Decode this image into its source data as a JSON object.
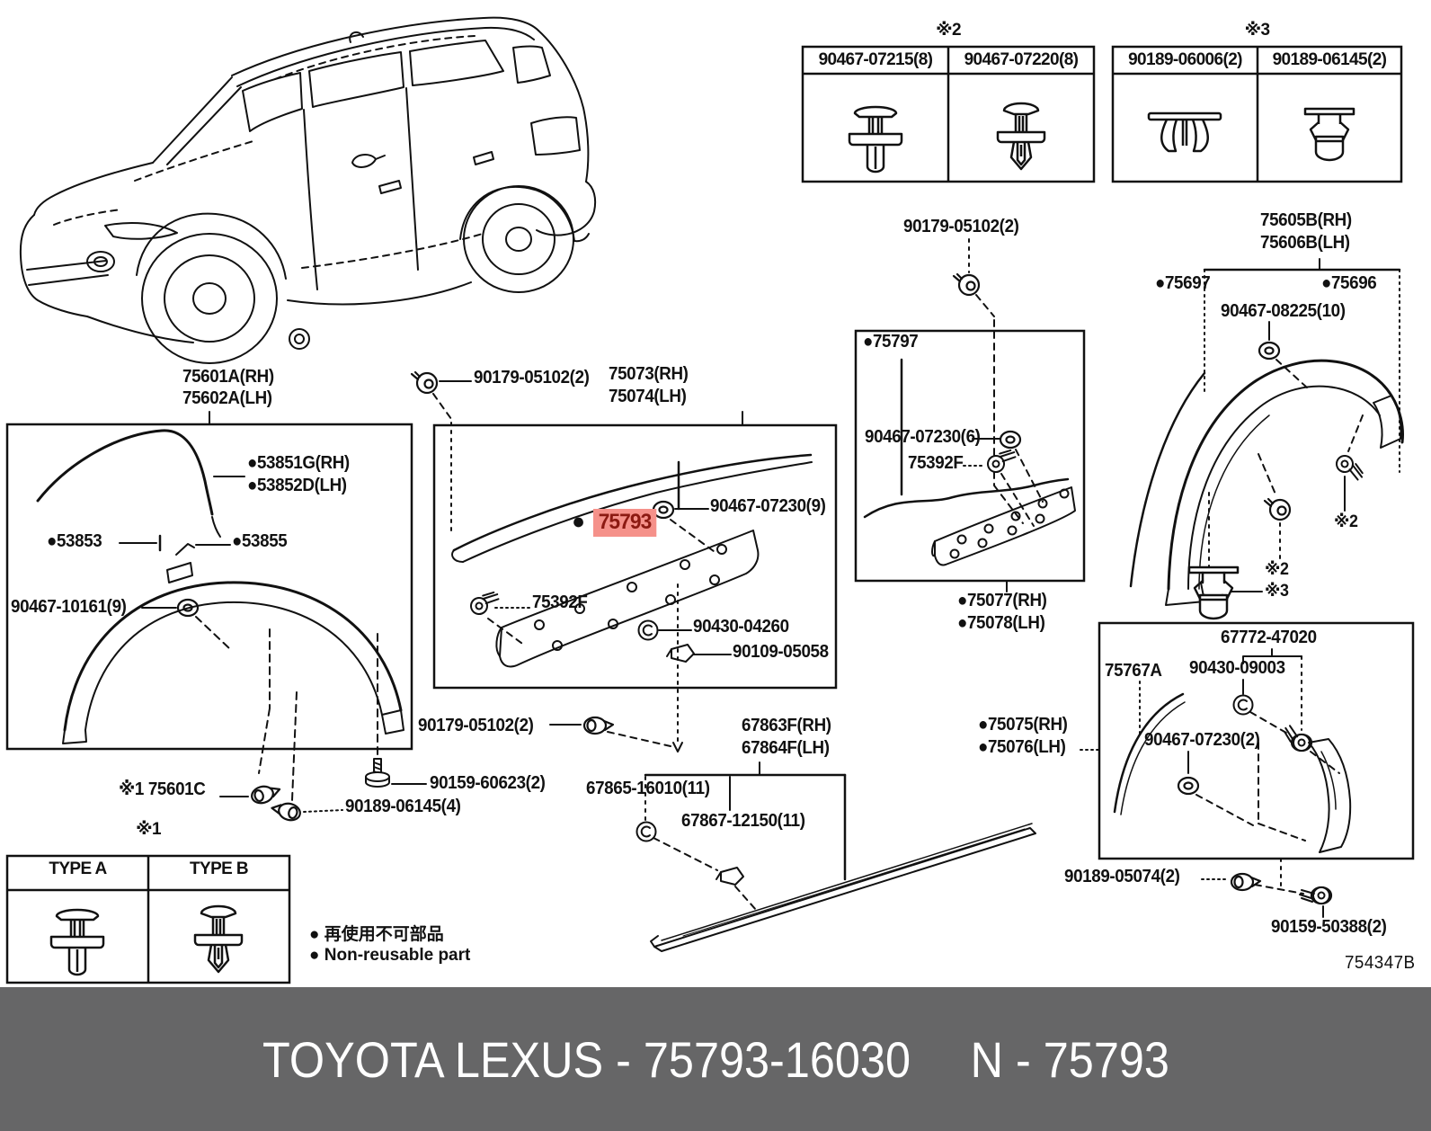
{
  "header_tables": {
    "table2": {
      "mark": "※2",
      "cell1": "90467-07215(8)",
      "cell2": "90467-07220(8)"
    },
    "table3": {
      "mark": "※3",
      "cell1": "90189-06006(2)",
      "cell2": "90189-06145(2)"
    }
  },
  "type_table": {
    "mark": "※1",
    "col_a": "TYPE A",
    "col_b": "TYPE B"
  },
  "legend": {
    "jp": "● 再使用不可部品",
    "en": "● Non-reusable part"
  },
  "selected_part": {
    "bullet": "●",
    "number": "75793",
    "highlight_bg": "#f5918a",
    "highlight_text": "#8c1a12"
  },
  "diagram_code": "754347B",
  "footer": {
    "left": "TOYOTA LEXUS - 75793-16030",
    "right": "N - 75793",
    "bg": "#666667"
  },
  "labels": {
    "p75601A": "75601A(RH)",
    "p75602A": "75602A(LH)",
    "p53851G": "●53851G(RH)",
    "p53852D": "●53852D(LH)",
    "p53853": "●53853",
    "p53855": "●53855",
    "p90467_10161": "90467-10161(9)",
    "p75601C": "※1 75601C",
    "p90189_06145_4": "90189-06145(4)",
    "p90159_60623": "90159-60623(2)",
    "p90179_top": "90179-05102(2)",
    "p75073": "75073(RH)",
    "p75074": "75074(LH)",
    "p90467_07230_9": "90467-07230(9)",
    "p75392F_left": "75392F",
    "p90430_04260": "90430-04260",
    "p90109_05058": "90109-05058",
    "p90179_bottom": "90179-05102(2)",
    "p67863F": "67863F(RH)",
    "p67864F": "67864F(LH)",
    "p67865": "67865-16010(11)",
    "p67867": "67867-12150(11)",
    "p90179_right": "90179-05102(2)",
    "p75797": "●75797",
    "p90467_07230_6": "90467-07230(6)",
    "p75392F_right": "75392F",
    "p75077": "●75077(RH)",
    "p75078": "●75078(LH)",
    "p75075": "●75075(RH)",
    "p75076": "●75076(LH)",
    "p75605B": "75605B(RH)",
    "p75606B": "75606B(LH)",
    "p75697": "●75697",
    "p75696": "●75696",
    "p90467_08225": "90467-08225(10)",
    "mark2_screw": "※2",
    "mark2_clip": "※2",
    "mark3_clip": "※3",
    "p67772": "67772-47020",
    "p90430_09003": "90430-09003",
    "p75767A": "75767A",
    "p90467_07230_2": "90467-07230(2)",
    "p90189_05074": "90189-05074(2)",
    "p90159_50388": "90159-50388(2)"
  }
}
